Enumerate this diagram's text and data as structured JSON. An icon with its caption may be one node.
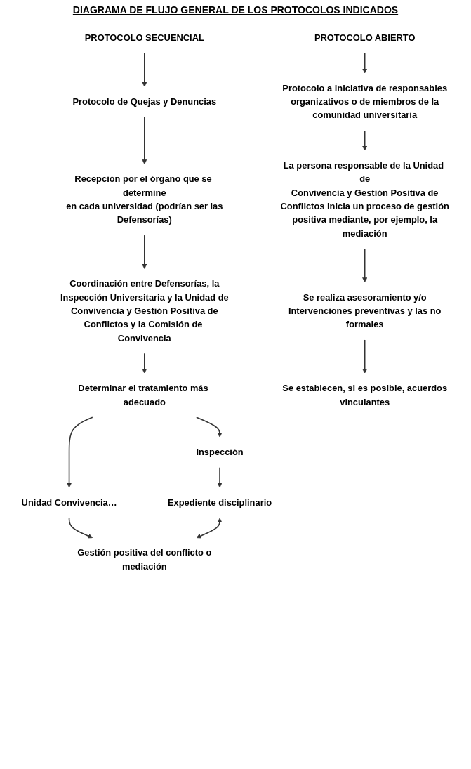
{
  "diagram": {
    "title": "DIAGRAMA DE FLUJO GENERAL DE LOS PROTOCOLOS INDICADOS",
    "nodes": [
      {
        "text": [
          "PROTOCOLO SECUENCIAL"
        ]
      },
      {
        "text": [
          "PROTOCOLO ABIERTO"
        ]
      },
      {
        "text": [
          "Protocolo de Quejas y Denuncias"
        ]
      },
      {
        "text": [
          "Recepción por el órgano que se determine en cada universidad (podrían ser las Defensorías)"
        ]
      },
      {
        "text": [
          "Coordinación entre Defensorías, la Inspección Universitaria y la Unidad de Convivencia y Gestión Positiva de Conflictos y la Comisión de Convivencia"
        ]
      },
      {
        "text": [
          "Determinar el tratamiento más adecuado"
        ]
      },
      {
        "text": [
          "Inspección"
        ]
      },
      {
        "text": [
          "Unidad Convivencia…"
        ]
      },
      {
        "text": [
          "Expediente disciplinario"
        ]
      },
      {
        "text": [
          "Gestión positiva del conflicto o mediación"
        ]
      },
      {
        "text": [
          "Protocolo a iniciativa de responsables organizativos o de miembros de la comunidad universitaria"
        ]
      },
      {
        "text": [
          "La persona responsable de la Unidad de Convivencia y Gestión Positiva de Conflictos inicia un proceso de gestión positiva mediante, por ejemplo, la mediación"
        ]
      },
      {
        "text": [
          "Se realiza asesoramiento y/o Intervenciones preventivas y las no formales"
        ]
      },
      {
        "text": [
          "Se establecen, si es posible, acuerdos vinculantes"
        ]
      }
    ],
    "edges": [
      {
        "from": 0,
        "to": 2,
        "arrow": "to"
      },
      {
        "from": 2,
        "to": 3,
        "arrow": "to"
      },
      {
        "from": 3,
        "to": 4,
        "arrow": "to"
      },
      {
        "from": 4,
        "to": 5,
        "arrow": "to"
      },
      {
        "from": 5,
        "to": 6,
        "arrow": "to"
      },
      {
        "from": 5,
        "to": 7,
        "arrow": "to"
      },
      {
        "from": 6,
        "to": 8,
        "arrow": "to"
      },
      {
        "from": 7,
        "to": 9,
        "arrow": "to"
      },
      {
        "from": 8,
        "to": 9,
        "arrow": "both"
      },
      {
        "from": 1,
        "to": 10,
        "arrow": "to"
      },
      {
        "from": 10,
        "to": 11,
        "arrow": "to"
      },
      {
        "from": 11,
        "to": 12,
        "arrow": "to"
      },
      {
        "from": 12,
        "to": 13,
        "arrow": "to"
      }
    ]
  }
}
